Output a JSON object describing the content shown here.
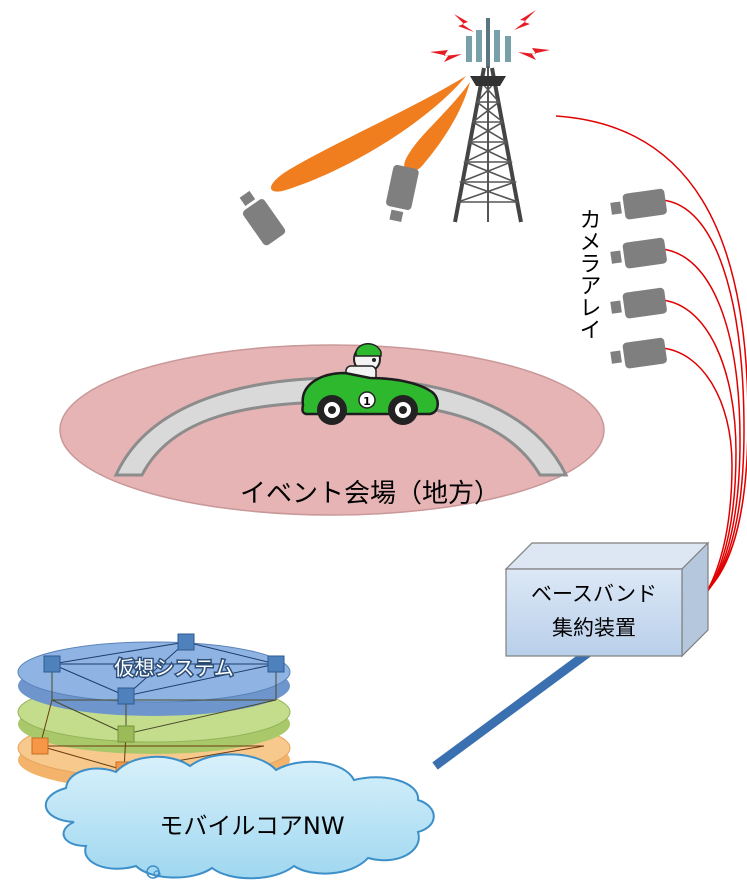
{
  "labels": {
    "camera_array": "カメラアレイ",
    "venue": "イベント会場（地方）",
    "baseband_line1": "ベースバンド",
    "baseband_line2": "集約装置",
    "virtual_system": "仮想システム",
    "mobile_core": "モバイルコアNW"
  },
  "car_number": "1",
  "colors": {
    "beam": "#f07d1e",
    "camera": "#7f7f7f",
    "venue_ring": "#e6b4b4",
    "track": "#d9d9d9",
    "car_body": "#2eb82e",
    "cable": "#e00000",
    "backhaul": "#3a6fb0",
    "cloud": "#b7e3f5",
    "cloud_stroke": "#3c8fc8",
    "layer_blue": "#8fb4e3",
    "layer_green": "#c3dd8c",
    "layer_orange": "#f8c98c",
    "box_face": "#c6d9f0"
  },
  "icons": [
    "tower-icon",
    "camera-icon",
    "car-icon",
    "driver-icon",
    "cloud-icon",
    "radio-wave-icon"
  ]
}
